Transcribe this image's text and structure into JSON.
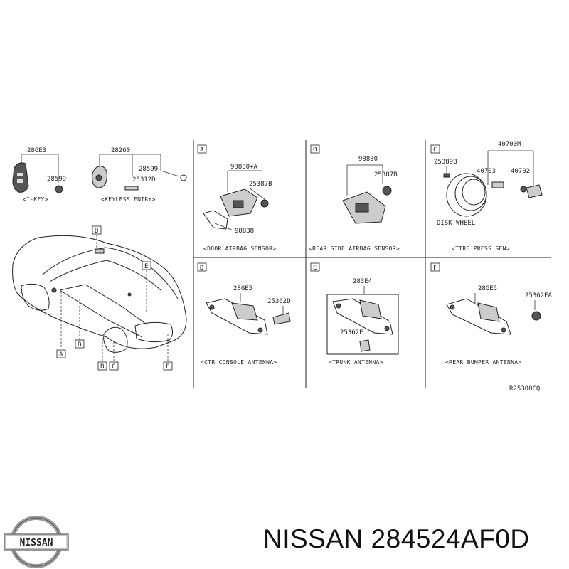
{
  "brand": {
    "logo_text": "NISSAN",
    "brand_name": "NISSAN",
    "part_number": "284524AF0D"
  },
  "diagram": {
    "ref_code": "R25300CQ",
    "key_section": {
      "parts": [
        "28GE3",
        "28599"
      ],
      "caption": "<I-KEY>"
    },
    "keyless_section": {
      "parts": [
        "28260",
        "28599",
        "25312D"
      ],
      "caption": "<KEYLESS ENTRY>"
    },
    "car_callouts": [
      "A",
      "B",
      "B",
      "C",
      "D",
      "E",
      "F"
    ],
    "panels": [
      {
        "letter": "A",
        "parts": [
          "98830+A",
          "25387B",
          "98838"
        ],
        "caption": "<DOOR AIRBAG SENSOR>"
      },
      {
        "letter": "B",
        "parts": [
          "98830",
          "25387B"
        ],
        "caption": "<REAR SIDE AIRBAG SENSOR>"
      },
      {
        "letter": "C",
        "parts": [
          "25389B",
          "40700M",
          "40703",
          "40702",
          "DISK WHEEL"
        ],
        "caption": "<TIRE PRESS SEN>"
      },
      {
        "letter": "D",
        "parts": [
          "28GE5",
          "25362D"
        ],
        "caption": "<CTR CONSOLE ANTENNA>"
      },
      {
        "letter": "E",
        "parts": [
          "283E4",
          "25362E"
        ],
        "caption": "<TRUNK ANTENNA>"
      },
      {
        "letter": "F",
        "parts": [
          "28GE5",
          "25362EA"
        ],
        "caption": "<REAR BUMPER ANTENNA>"
      }
    ]
  }
}
